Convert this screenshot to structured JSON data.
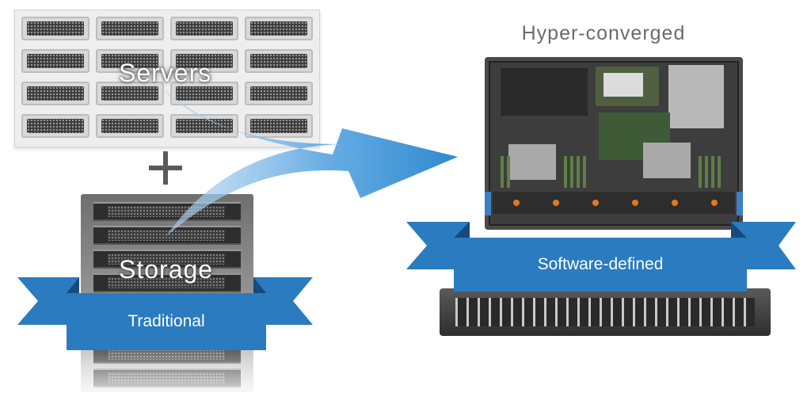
{
  "labels": {
    "servers": "Servers",
    "storage": "Storage",
    "traditional": "Traditional",
    "hyper_converged": "Hyper-converged",
    "software_defined": "Software-defined"
  },
  "colors": {
    "ribbon": "#2a7bbf",
    "arrow": "#2f8ad0",
    "plus": "#5a5a5a"
  },
  "icons": {
    "combine": "plus-icon",
    "flow": "arrow-icon"
  }
}
